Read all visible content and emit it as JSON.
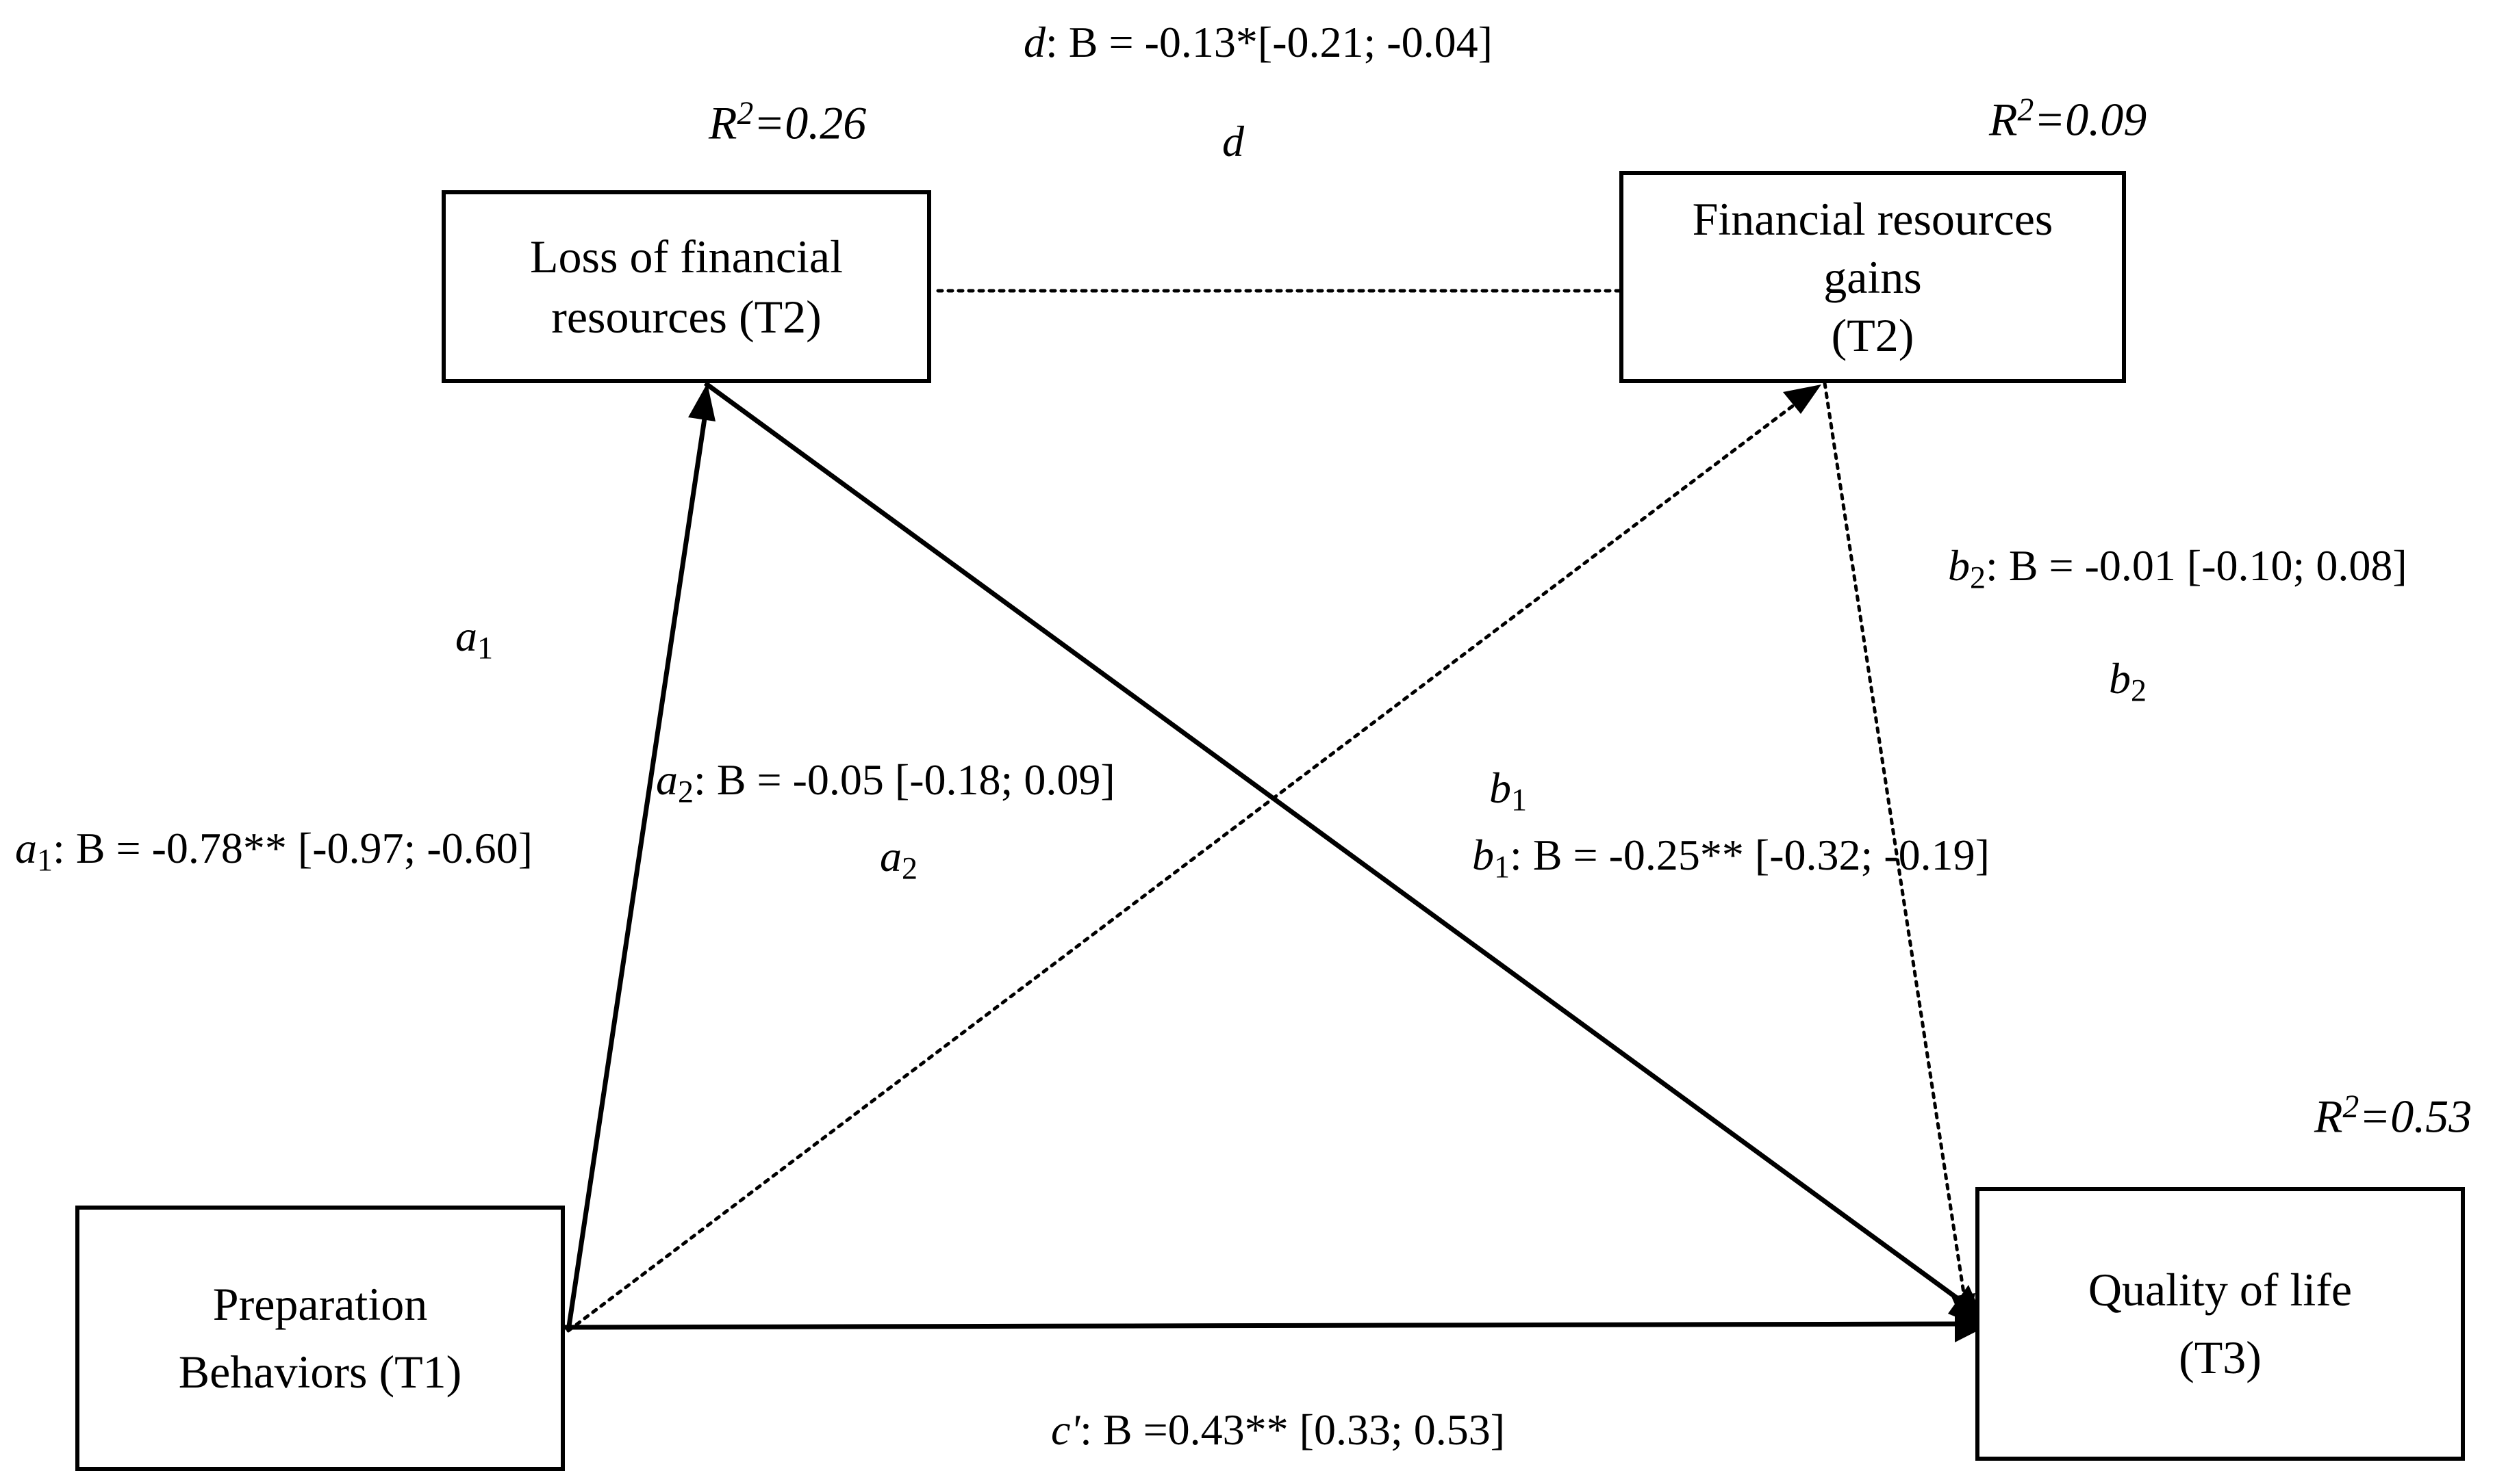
{
  "nodes": {
    "loss": {
      "lines": [
        "Loss of financial",
        "resources (T2)"
      ]
    },
    "gains": {
      "lines": [
        "Financial  resources",
        "gains",
        "(T2)"
      ]
    },
    "prep": {
      "lines": [
        "Preparation",
        "Behaviors (T1)"
      ]
    },
    "qol": {
      "lines": [
        "Quality of life",
        "(T3)"
      ]
    }
  },
  "r2": {
    "loss": {
      "prefix": "R",
      "sup": "2",
      "value": "=0.26"
    },
    "gains": {
      "prefix": "R",
      "sup": "2",
      "value": "=0.09"
    },
    "qol": {
      "prefix": "R",
      "sup": "2",
      "value": "=0.53"
    }
  },
  "paths": {
    "d": {
      "name": "d",
      "sub": "",
      "stat": ": B = -0.13*[-0.21; -0.04]"
    },
    "a1": {
      "name": "a",
      "sub": "1",
      "stat": ": B = -0.78** [-0.97; -0.60]"
    },
    "a2": {
      "name": "a",
      "sub": "2",
      "stat": ": B = -0.05 [-0.18; 0.09]"
    },
    "b1": {
      "name": "b",
      "sub": "1",
      "stat": ": B = -0.25** [-0.32; -0.19]"
    },
    "b2": {
      "name": "b",
      "sub": "2",
      "stat": ": B = -0.01 [-0.10; 0.08]"
    },
    "c": {
      "name": "c'",
      "sub": "",
      "stat": ": B =0.43** [0.33; 0.53]"
    }
  },
  "path_letters": {
    "d": {
      "name": "d",
      "sub": ""
    },
    "a1": {
      "name": "a",
      "sub": "1"
    },
    "a2": {
      "name": "a",
      "sub": "2"
    },
    "b1": {
      "name": "b",
      "sub": "1"
    },
    "b2": {
      "name": "b",
      "sub": "2"
    }
  },
  "edges": [
    {
      "id": "d",
      "from": "loss",
      "to": "gains",
      "style": "dotted"
    },
    {
      "id": "a1",
      "from": "prep",
      "to": "loss",
      "style": "solid"
    },
    {
      "id": "a2",
      "from": "prep",
      "to": "gains",
      "style": "dotted"
    },
    {
      "id": "b1",
      "from": "loss",
      "to": "qol",
      "style": "solid"
    },
    {
      "id": "b2",
      "from": "gains",
      "to": "qol",
      "style": "dotted"
    },
    {
      "id": "c",
      "from": "prep",
      "to": "qol",
      "style": "solid"
    }
  ],
  "colors": {
    "ink": "#000000",
    "background": "#ffffff"
  }
}
